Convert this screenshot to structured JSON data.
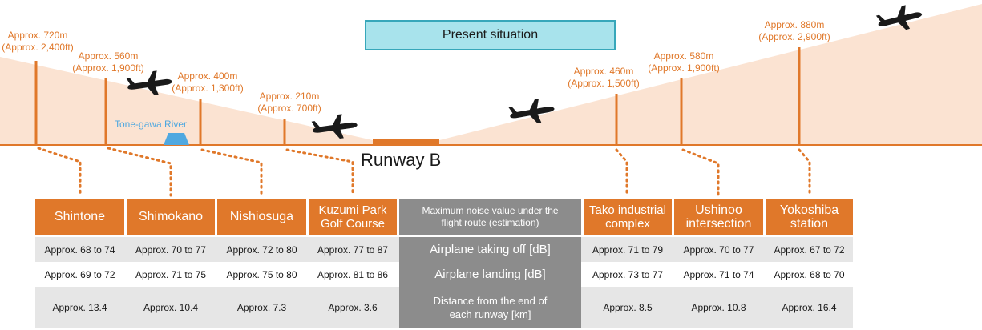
{
  "title": "Present situation",
  "runway_label": "Runway B",
  "river_label": "Tone-gawa River",
  "markers": [
    {
      "line1": "Approx. 720m",
      "line2": "(Approx. 2,400ft)"
    },
    {
      "line1": "Approx. 560m",
      "line2": "(Approx. 1,900ft)"
    },
    {
      "line1": "Approx. 400m",
      "line2": "(Approx. 1,300ft)"
    },
    {
      "line1": "Approx. 210m",
      "line2": "(Approx. 700ft)"
    },
    {
      "line1": "Approx. 460m",
      "line2": "(Approx. 1,500ft)"
    },
    {
      "line1": "Approx. 580m",
      "line2": "(Approx. 1,900ft)"
    },
    {
      "line1": "Approx. 880m",
      "line2": "(Approx. 2,900ft)"
    }
  ],
  "table": {
    "locations": [
      "Shintone",
      "Shimokano",
      "Nishiosuga",
      "Kuzumi Park Golf Course",
      "Tako industrial complex",
      "Ushinoo intersection",
      "Yokoshiba station"
    ],
    "center_header": "Maximum noise value under the flight route (estimation)",
    "rows": [
      {
        "label": "Airplane taking off [dB]",
        "values": [
          "Approx. 68 to 74",
          "Approx. 70 to 77",
          "Approx. 72 to 80",
          "Approx. 77 to 87",
          "Approx. 71 to 79",
          "Approx. 70 to 77",
          "Approx. 67 to 72"
        ]
      },
      {
        "label": "Airplane landing [dB]",
        "values": [
          "Approx. 69 to 72",
          "Approx. 71 to 75",
          "Approx. 75 to 80",
          "Approx. 81 to 86",
          "Approx. 73 to 77",
          "Approx. 71 to 74",
          "Approx. 68 to 70"
        ]
      },
      {
        "label": "Distance from the end of each runway [km]",
        "values": [
          "Approx. 13.4",
          "Approx. 10.4",
          "Approx. 7.3",
          "Approx. 3.6",
          "Approx. 8.5",
          "Approx. 10.8",
          "Approx. 16.4"
        ]
      }
    ]
  },
  "colors": {
    "accent": "#e0782a",
    "sky": "#fbe3d2",
    "river": "#4fa8e0",
    "title_fill": "#a8e3ec",
    "title_border": "#37a7ba",
    "gray_band": "#e6e6e6",
    "center": "#8c8c8c"
  }
}
